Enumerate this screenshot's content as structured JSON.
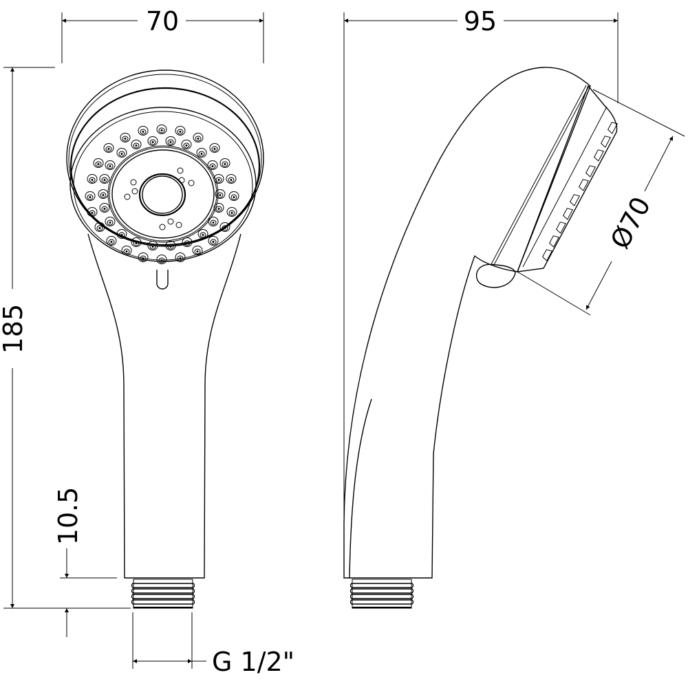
{
  "drawing": {
    "subject": "Hand shower head technical drawing",
    "views": [
      "front-view",
      "side-view"
    ],
    "units": "mm",
    "stroke_color": "#000000",
    "background_color": "#ffffff"
  },
  "dimensions": {
    "front_width": "70",
    "side_depth": "95",
    "overall_height": "185",
    "thread_length": "10.5",
    "thread_size": "G 1/2\"",
    "face_diameter": "Ø70"
  }
}
